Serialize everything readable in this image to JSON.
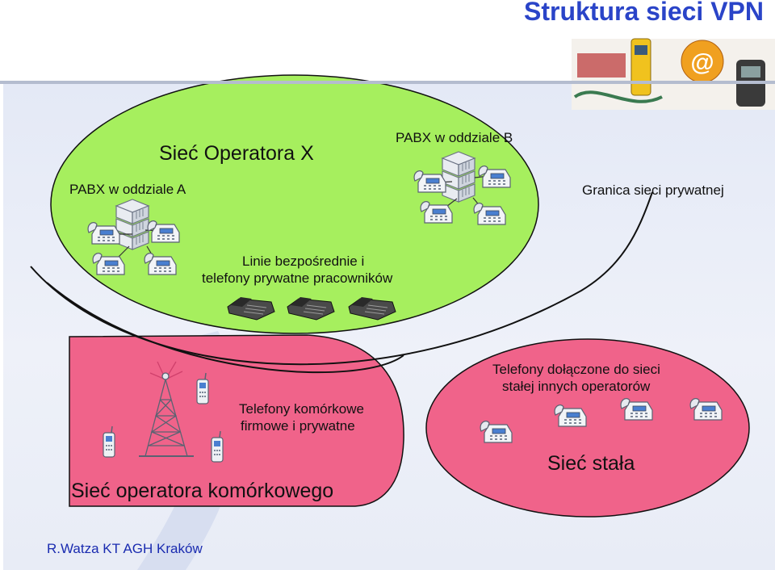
{
  "title": "Struktura sieci VPN",
  "footer": "R.Watza KT AGH Kraków",
  "green_network": {
    "operator_label": "Sieć Operatora X",
    "branch_a": "PABX w oddziale A",
    "branch_b": "PABX w oddziale B",
    "boundary": "Granica sieci prywatnej",
    "direct_lines_1": "Linie bezpośrednie i",
    "direct_lines_2": "telefony prywatne pracowników"
  },
  "mobile_network": {
    "label": "Sieć operatora komórkowego",
    "phones_1": "Telefony komórkowe",
    "phones_2": "firmowe i prywatne"
  },
  "fixed_network": {
    "label": "Sieć stała",
    "phones_1": "Telefony dołączone do sieci",
    "phones_2": "stałej innych operatorów"
  },
  "colors": {
    "title": "#2a44c8",
    "green_ellipse": "#a6ef5e",
    "pink_shape": "#f0638a",
    "footer": "#1a2bb0"
  }
}
